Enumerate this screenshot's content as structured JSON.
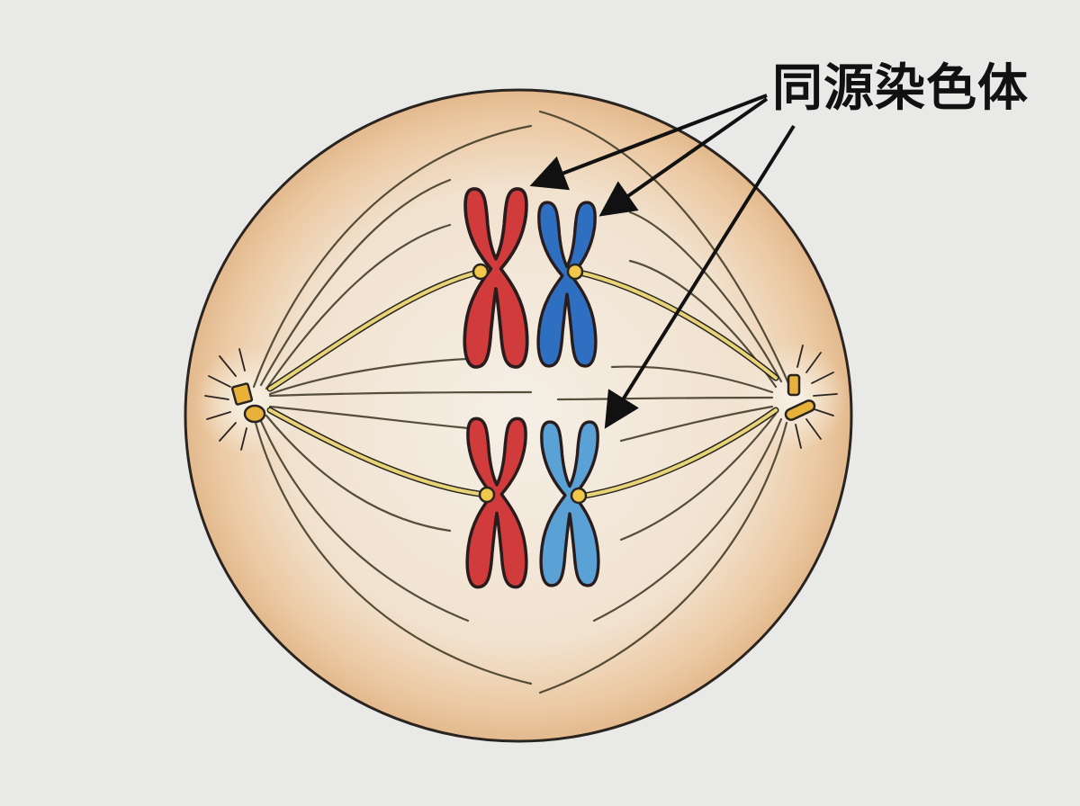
{
  "diagram": {
    "subject": "cell division - metaphase with spindle fibers",
    "label": {
      "text": "同源染色体",
      "meaning": "homologous chromosomes",
      "position": "top-right",
      "arrow_count": 3
    },
    "colors": {
      "background": "#e9e9e8",
      "cell_fill": "#f1ddc4",
      "cell_edge_shading": "#e3b98d",
      "cell_outline": "#2a2420",
      "spindle_fiber": "#3a3420",
      "kinetochore_fiber": "#e7d476",
      "chromosome_red": "#d23b3b",
      "chromosome_dark_blue": "#2f6fc1",
      "chromosome_light_blue": "#5aa1d6",
      "centromere": "#f1c84a",
      "centriole": "#e8b13a",
      "arrow": "#111111"
    },
    "chromosomes": [
      {
        "name": "upper-red",
        "color": "red",
        "pair": "upper"
      },
      {
        "name": "upper-blue",
        "color": "dark-blue",
        "pair": "upper"
      },
      {
        "name": "lower-red",
        "color": "red",
        "pair": "lower"
      },
      {
        "name": "lower-blue",
        "color": "light-blue",
        "pair": "lower"
      }
    ],
    "poles": [
      "left-centrosome",
      "right-centrosome"
    ]
  }
}
